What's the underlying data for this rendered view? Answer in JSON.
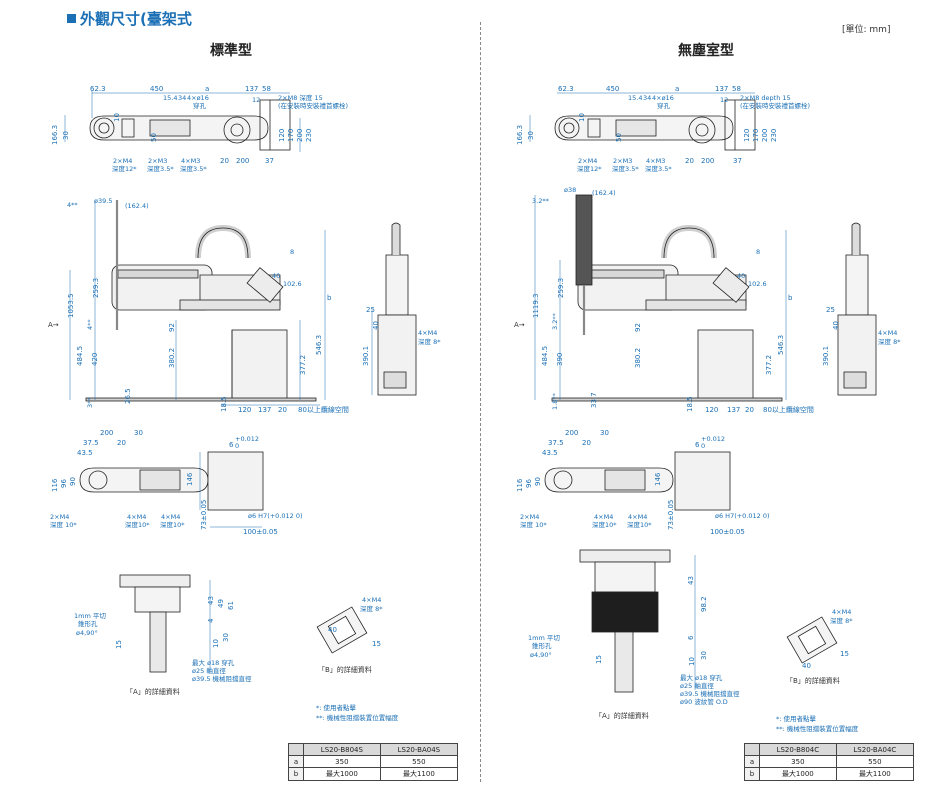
{
  "title": "外觀尺寸(臺架式",
  "unit": "[單位: mm]",
  "standard": {
    "heading": "標準型"
  },
  "cleanroom": {
    "heading": "無塵室型"
  },
  "top_view": {
    "d1": "62.3",
    "d2": "450",
    "d3": "a",
    "d4": "137",
    "d5": "58",
    "d6": "15.4",
    "d7": "34",
    "d8": "4×ø16",
    "hole": "穿孔",
    "m8_std": "2×M8 深度 15",
    "m8_std_note": "(在安裝時安裝禮首螺栓)",
    "m8_cr": "2×M8 depth 15",
    "m8_cr_note": "(在安裝時安裝禮首螺栓)",
    "hole_cr": "4×ø16",
    "hole_cr_label": "穿孔",
    "r12": "12",
    "h166": "166.3",
    "h30": "30",
    "h10": "10",
    "h50": "50",
    "w120": "120",
    "w170": "170",
    "w200": "200",
    "w230": "230",
    "m4a": "2×M4",
    "m4a_depth": "深度12*",
    "m3a": "2×M3",
    "m3a_depth": "深度3.5*",
    "m3b": "4×M3",
    "m3b_depth": "深度3.5*",
    "b20": "20",
    "b200": "200",
    "b37": "37"
  },
  "side_view": {
    "std_top": "4**",
    "std_dia": "ø39.5",
    "std_162": "(162.4)",
    "cr_top": "3.2**",
    "cr_dia": "ø38",
    "cr_162": "(162.4)",
    "h1053": "1053.5",
    "h1119": "1119.3",
    "h259": "259.3",
    "h4": "4**",
    "h3_2": "3.2**",
    "h484": "484.5",
    "h420": "420",
    "h390": "390",
    "h92": "92",
    "h380": "380.2",
    "h377": "377.2",
    "h546": "546.3",
    "h3": "3**",
    "h1_8": "1.8**",
    "w26": "26.5",
    "w33": "33.7",
    "w18": "18.5",
    "w120": "120",
    "w137": "137",
    "w20": "20",
    "wire_note": "80以上纜線空間",
    "d8": "8",
    "r40": "40",
    "r102": "102.6",
    "label_b": "b",
    "label_a": "A→"
  },
  "end_view": {
    "d25": "25",
    "m4": "4×M4",
    "m4_depth": "深度 8*",
    "h40": "40",
    "h390": "390.1"
  },
  "base_view": {
    "w200": "200",
    "w30": "30",
    "w37": "37.5",
    "w20": "20",
    "w43": "43.5",
    "h116": "116",
    "h96": "96",
    "h90": "90",
    "h146": "146",
    "tol6": "6",
    "tol6u": "+0.012",
    "tol6l": "0",
    "m4a": "2×M4",
    "m4a_depth": "深度 10*",
    "m4b": "4×M4",
    "m4b_depth": "深度10*",
    "m4c": "4×M4",
    "m4c_depth": "深度10*",
    "h73": "73±0.05",
    "w100": "100±0.05",
    "h7": "ø6 H7(+0.012 0)"
  },
  "detail_a": {
    "flat": "1mm 平切",
    "cone": "錐形孔",
    "ang": "ø4,90°",
    "h43": "43",
    "h49": "49",
    "h61": "61",
    "h15": "15",
    "h4": "4",
    "h10": "10",
    "h30": "30",
    "h98": "98.2",
    "h6": "6",
    "n1": "最大 ø18 穿孔",
    "n2": "ø25 軸直徑",
    "n3": "ø39.5 機械阻擋直徑",
    "n4": "ø90 波紋管 O.D",
    "label": "「A」的詳細資料"
  },
  "detail_b": {
    "m4": "4×M4",
    "depth": "深度 8*",
    "w40": "40",
    "w15": "15",
    "label": "「B」的詳細資料"
  },
  "notes": {
    "n1": "*: 使用者點擊",
    "n2": "**: 機械性阻擋裝置位置幅度"
  },
  "table_std": {
    "headers": [
      "",
      "LS20-B804S",
      "LS20-BA04S"
    ],
    "rows": [
      [
        "a",
        "350",
        "550"
      ],
      [
        "b",
        "最大1000",
        "最大1100"
      ]
    ]
  },
  "table_cr": {
    "headers": [
      "",
      "LS20-B804C",
      "LS20-BA04C"
    ],
    "rows": [
      [
        "a",
        "350",
        "550"
      ],
      [
        "b",
        "最大1000",
        "最大1100"
      ]
    ]
  }
}
